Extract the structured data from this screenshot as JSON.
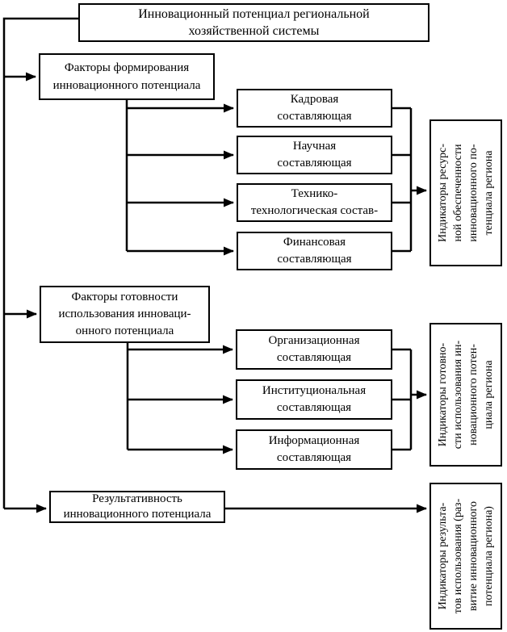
{
  "colors": {
    "ink": "#000000",
    "paper": "#ffffff"
  },
  "nodes": {
    "root": "Инновационный потенциал региональной\nхозяйственной системы",
    "factors_formation": "Факторы формирования\nинновационного потенциала",
    "factors_readiness": "Факторы готовности\nиспользования инноваци-\nонного потенциала",
    "effectiveness": "Результативность\nинновационного потенциала",
    "personnel": "Кадровая\nсоставляющая",
    "scientific": "Научная\nсоставляющая",
    "technical": "Технико-\nтехнологическая состав-",
    "financial": "Финансовая\nсоставляющая",
    "organizational": "Организационная\nсоставляющая",
    "institutional": "Институциональная\nсоставляющая",
    "informational": "Информационная\nсоставляющая",
    "indicators_resource": "Индикаторы ресурс-\nной обеспеченности\nинновационного по-\nтенциала региона",
    "indicators_readiness": "Индикаторы готовно-\nсти использования ин-\nновационного потен-\nциала региона",
    "indicators_results": "Индикаторы результа-\nтов использования (раз-\nвитие инновационного\nпотенциала региона)"
  }
}
